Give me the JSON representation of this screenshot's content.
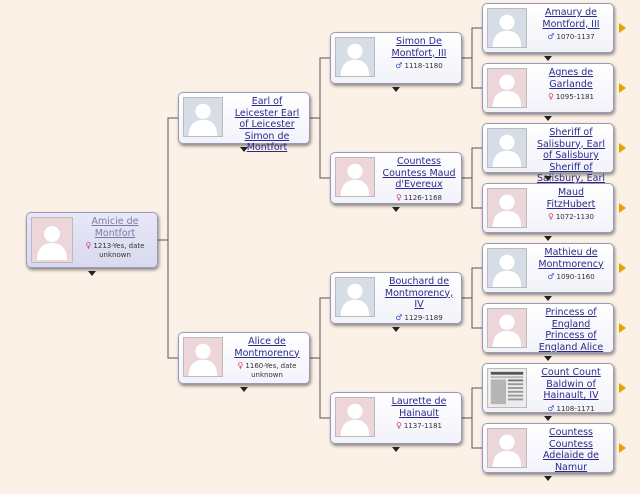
{
  "people": {
    "amicie": {
      "name": "Amicie de Montfort",
      "sex": "f",
      "dates": "1213-Yes, date unknown"
    },
    "earl": {
      "name": "Earl of Leicester Earl of Leicester Simon de Montfort",
      "sex": "m",
      "dates": ""
    },
    "alice": {
      "name": "Alice de Montmorency",
      "sex": "f",
      "dates": "1160-Yes, date unknown"
    },
    "simon3": {
      "name": "Simon De Montfort, III",
      "sex": "m",
      "dates": "1118-1180"
    },
    "maud": {
      "name": "Countess Countess Maud d'Evereux",
      "sex": "f",
      "dates": "1126-1168"
    },
    "bouchard": {
      "name": "Bouchard de Montmorency, IV",
      "sex": "m",
      "dates": "1129-1189"
    },
    "laurette": {
      "name": "Laurette de Hainault",
      "sex": "f",
      "dates": "1137-1181"
    },
    "amaury": {
      "name": "Amaury de Montford, III",
      "sex": "m",
      "dates": "1070-1137"
    },
    "agnes": {
      "name": "Agnes de Garlande",
      "sex": "f",
      "dates": "1095-1181"
    },
    "sheriff": {
      "name": "Sheriff of Salisbury, Earl of Salisbury Sheriff of Salisbury, Earl",
      "sex": "m",
      "dates": ""
    },
    "maudfh": {
      "name": "Maud FitzHubert",
      "sex": "f",
      "dates": "1072-1130"
    },
    "mathieu": {
      "name": "Mathieu de Montmorency",
      "sex": "m",
      "dates": "1090-1160"
    },
    "princess": {
      "name": "Princess of England Princess of England Alice",
      "sex": "f",
      "dates": ""
    },
    "baldwin": {
      "name": "Count Count Baldwin of Hainault, IV",
      "sex": "m",
      "dates": "1108-1171"
    },
    "adelaide": {
      "name": "Countess Countess Adelaide de Namur",
      "sex": "f",
      "dates": ""
    }
  },
  "colors": {
    "male": "#3355cc",
    "female": "#d94060",
    "more_arrow": "#e8a200",
    "link": "#2a2a8c",
    "background": "#fbf1e6"
  },
  "icons": {
    "male": "male-symbol-icon",
    "female": "female-symbol-icon",
    "expand": "expand-down-arrow-icon",
    "more": "more-ancestors-arrow-icon"
  }
}
